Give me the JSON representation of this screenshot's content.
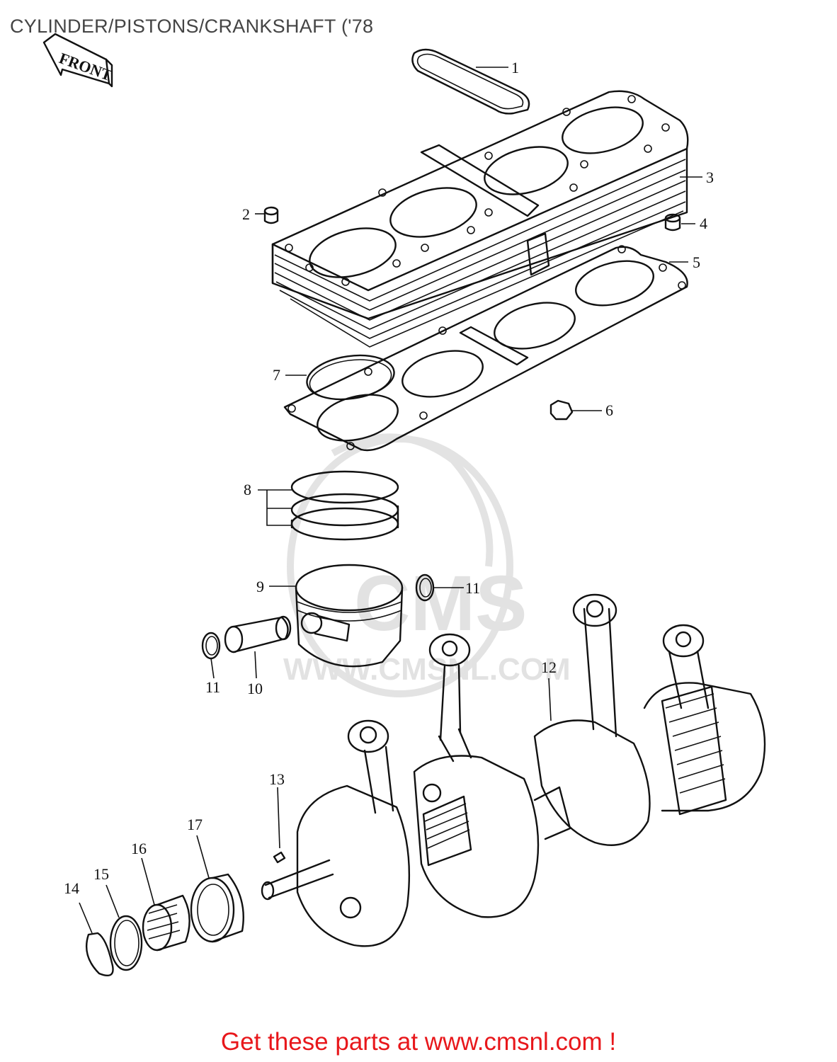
{
  "title": "CYLINDER/PISTONS/CRANKSHAFT ('78",
  "front_label": "FRONT",
  "footer": "Get these parts at www.cmsnl.com !",
  "watermark": {
    "text": "CMS",
    "url": "WWW.CMSNL.COM"
  },
  "callouts": [
    {
      "id": "c1",
      "num": "1"
    },
    {
      "id": "c2",
      "num": "2"
    },
    {
      "id": "c3",
      "num": "3"
    },
    {
      "id": "c4",
      "num": "4"
    },
    {
      "id": "c5",
      "num": "5"
    },
    {
      "id": "c6",
      "num": "6"
    },
    {
      "id": "c7",
      "num": "7"
    },
    {
      "id": "c8",
      "num": "8"
    },
    {
      "id": "c9",
      "num": "9"
    },
    {
      "id": "c11a",
      "num": "11"
    },
    {
      "id": "c11b",
      "num": "11"
    },
    {
      "id": "c10",
      "num": "10"
    },
    {
      "id": "c12",
      "num": "12"
    },
    {
      "id": "c13",
      "num": "13"
    },
    {
      "id": "c14",
      "num": "14"
    },
    {
      "id": "c15",
      "num": "15"
    },
    {
      "id": "c16",
      "num": "16"
    },
    {
      "id": "c17",
      "num": "17"
    }
  ],
  "colors": {
    "footer": "#e8171b",
    "title": "#444444",
    "line": "#111111",
    "watermark": "#e3e3e3"
  }
}
